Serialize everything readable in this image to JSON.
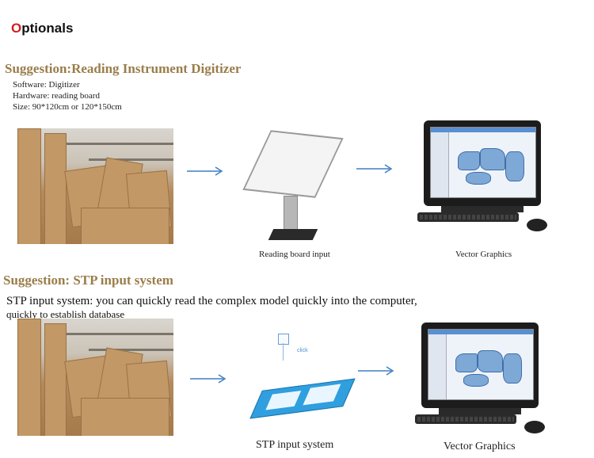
{
  "page": {
    "heading_first_letter": "O",
    "heading_rest": "ptionals"
  },
  "section1": {
    "title": "Suggestion:Reading Instrument Digitizer",
    "specs": [
      "Software: Digitizer",
      "Hardware: reading board",
      "Size: 90*120cm or 120*150cm"
    ],
    "caption_board": "Reading board input",
    "caption_vector": "Vector Graphics"
  },
  "section2": {
    "title": "Suggestion: STP input system",
    "desc_line1": "STP input system: you can quickly read the complex model quickly into the computer,",
    "desc_line2": "quickly to establish database",
    "click_label": "click",
    "caption_stp": "STP input system",
    "caption_vector": "Vector Graphics"
  },
  "colors": {
    "heading_accent": "#d21e1e",
    "section_title": "#9a7d4a",
    "arrow": "#3f7fc4"
  }
}
